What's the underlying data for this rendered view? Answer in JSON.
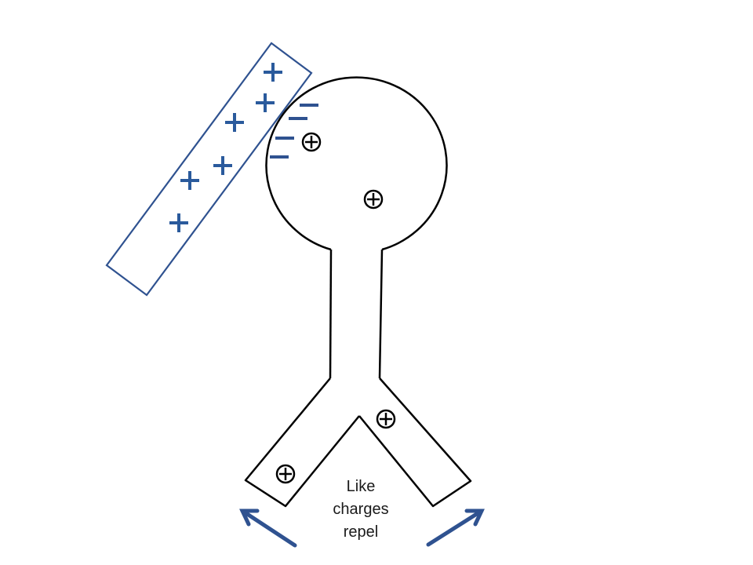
{
  "diagram": {
    "caption_lines": [
      "Like",
      "charges",
      "repel"
    ],
    "colors": {
      "rod": "#2f5290",
      "rod_charge": "#2a5a9c",
      "induced_charge": "#2f5290",
      "electroscope": "#000000",
      "arrow": "#2f5290"
    },
    "rod_charges": [
      "positive",
      "positive",
      "positive",
      "positive",
      "positive",
      "positive"
    ],
    "induced_negative_charges": [
      "negative",
      "negative",
      "negative",
      "negative"
    ],
    "electroscope_charges": [
      "positive",
      "positive",
      "positive",
      "positive"
    ],
    "arrows": [
      "leaf-left-outward",
      "leaf-right-outward"
    ]
  }
}
